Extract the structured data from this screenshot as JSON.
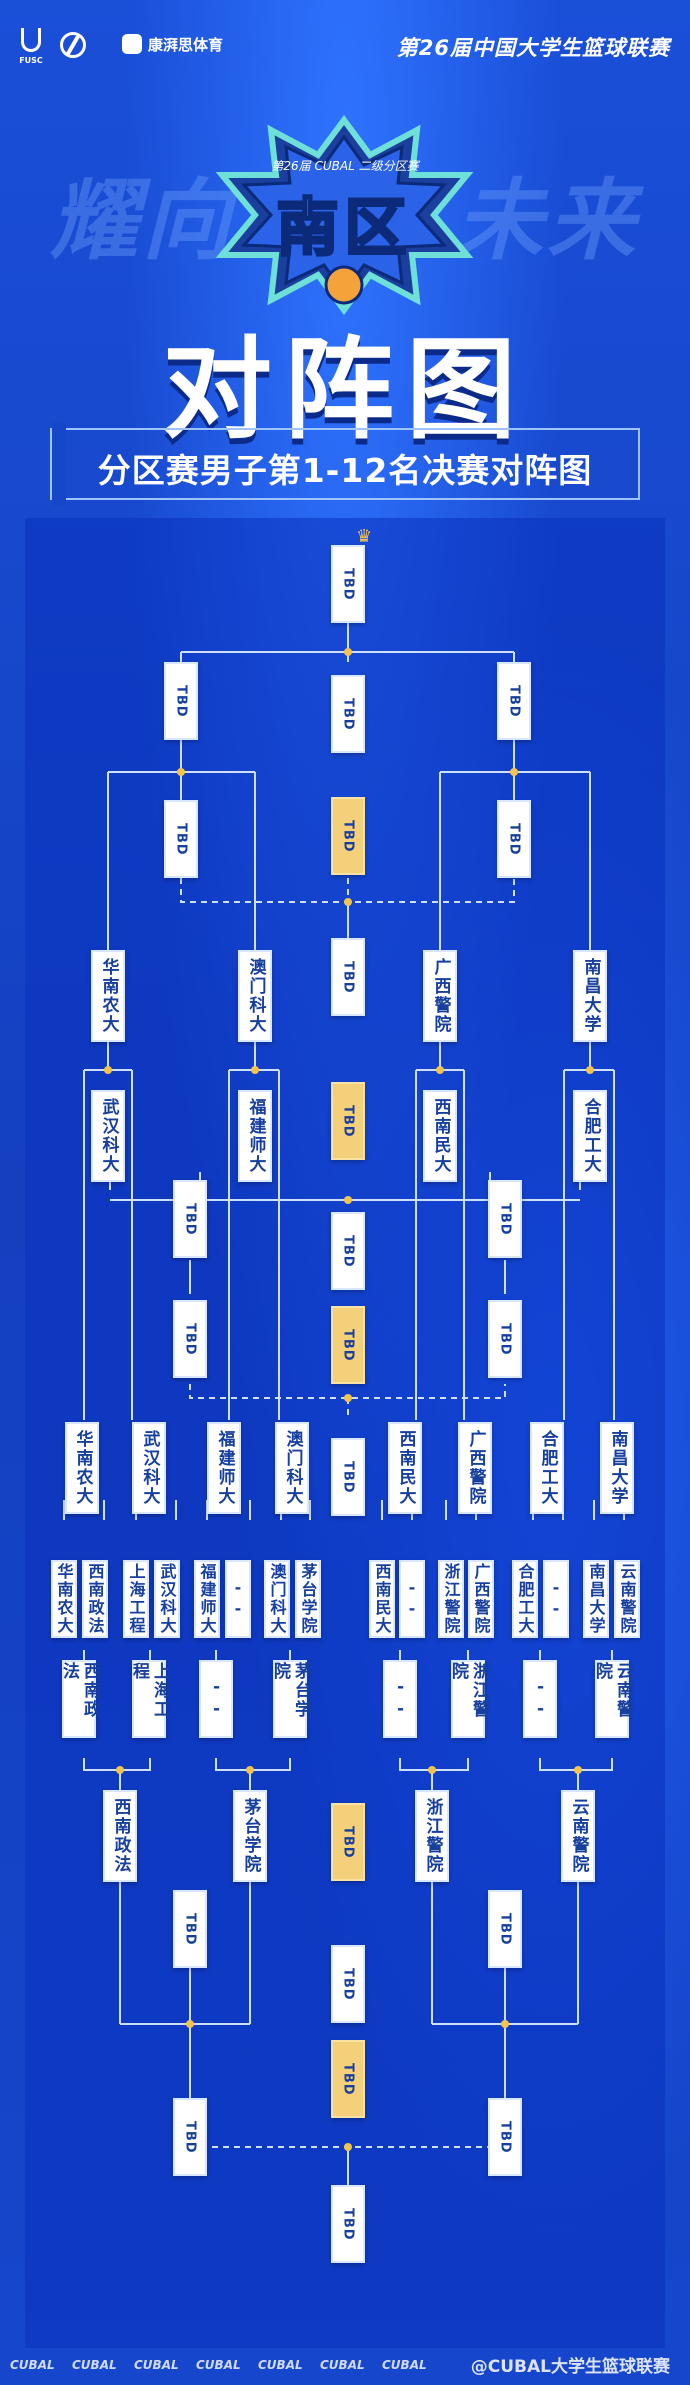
{
  "header": {
    "fusc_logo": "FUSC",
    "sponsor": "康湃思体育",
    "league": "第26届中国大学生篮球联赛"
  },
  "slogan": {
    "left": "耀向",
    "right": "未来"
  },
  "badge": {
    "sub": "第26届 CUBAL 二级分区赛",
    "main": "南区"
  },
  "title": "对阵图",
  "subtitle": "分区赛男子第1-12名决赛对阵图",
  "bracket": {
    "tbd": "TBD",
    "dash": "- -",
    "r1_teams": [
      "华南农大",
      "西南政法",
      "上海工程",
      "武汉科大",
      "福建师大",
      "--",
      "澳门科大",
      "茅台学院",
      "西南民大",
      "--",
      "浙江警院",
      "广西警院",
      "合肥工大",
      "--",
      "南昌大学",
      "云南警院"
    ],
    "r2_teams": [
      "西南政法",
      "上海工程",
      "--",
      "茅台学院",
      "--",
      "浙江警院",
      "--",
      "云南警院"
    ],
    "r3_teams": [
      "西南政法",
      "茅台学院",
      "浙江警院",
      "云南警院"
    ],
    "qf_upper": [
      "华南农大",
      "武汉科大",
      "福建师大",
      "澳门科大",
      "西南民大",
      "广西警院",
      "合肥工大",
      "南昌大学"
    ],
    "sf_upper_top": [
      "华南农大",
      "澳门科大",
      "广西警院",
      "南昌大学"
    ],
    "sf_upper_mid": [
      "武汉科大",
      "福建师大",
      "西南民大",
      "合肥工大"
    ]
  },
  "footer": {
    "brand": "CUBAL",
    "watermark": "@CUBAL大学生篮球联赛"
  },
  "colors": {
    "background": "#1747c9",
    "slot": "#ffffff",
    "gold": "#f5d07a",
    "line": "#cfe0ff",
    "dot": "#f3c34c"
  }
}
